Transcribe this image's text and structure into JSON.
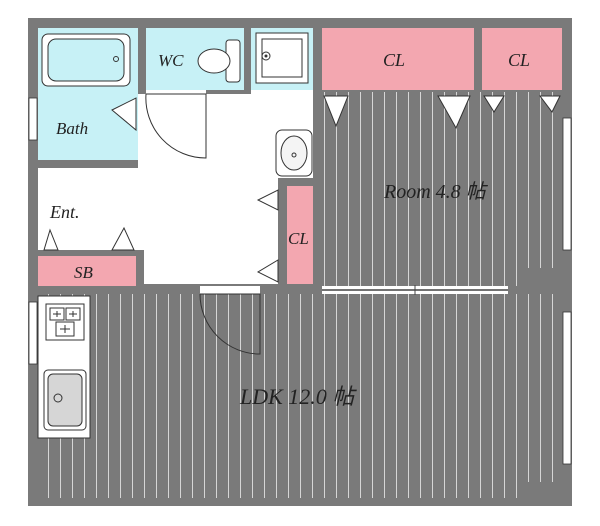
{
  "rooms": {
    "bath": "Bath",
    "wc": "WC",
    "entrance": "Ent.",
    "shoe_box": "SB",
    "closet_1": "CL",
    "closet_2": "CL",
    "closet_3": "CL",
    "bedroom": "Room 4.8 帖",
    "ldk": "LDK 12.0 帖"
  },
  "colors": {
    "wall": "#7a7a7a",
    "wet_area": "#c7f1f6",
    "closet": "#f3a7b0",
    "floor": "#ffffff",
    "floor_lines": "#d6d6d6"
  }
}
